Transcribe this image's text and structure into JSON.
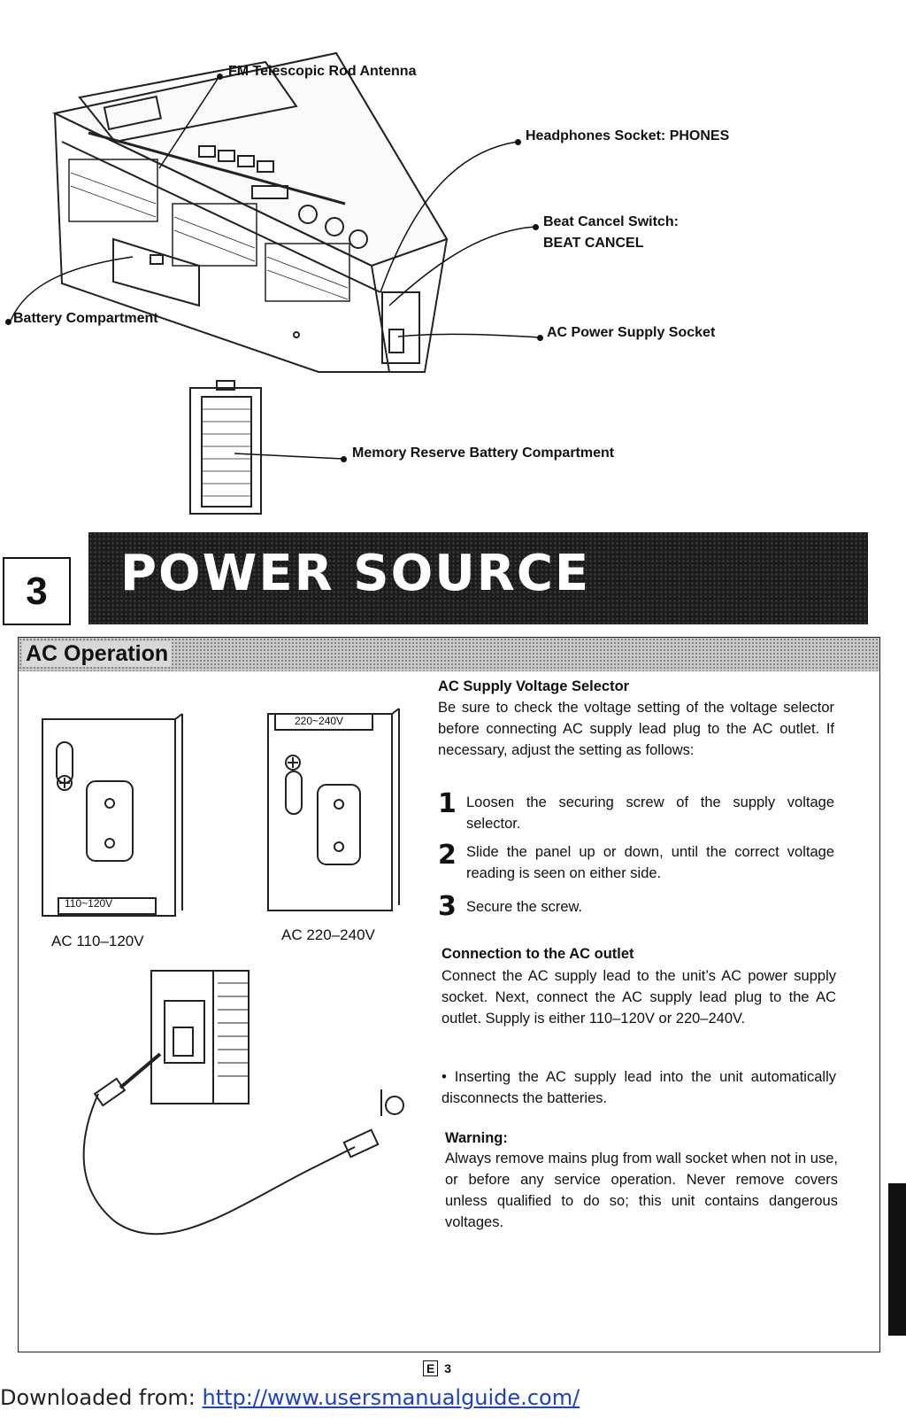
{
  "callouts": {
    "fm_antenna": "FM Telescopic Rod Antenna",
    "headphones": "Headphones Socket: PHONES",
    "beat_cancel_1": "Beat Cancel Switch:",
    "beat_cancel_2": "BEAT CANCEL",
    "battery": "Battery Compartment",
    "ac_socket": "AC Power Supply Socket",
    "memory_battery": "Memory Reserve Battery Compartment"
  },
  "section": {
    "number": "3",
    "title": "POWER SOURCE"
  },
  "ac_operation": {
    "title": "AC Operation",
    "fig_label_left": "110~120V",
    "fig_label_right": "220~240V",
    "cap_left": "AC 110–120V",
    "cap_right": "AC 220–240V",
    "selector": {
      "heading": "AC Supply Voltage Selector",
      "body": "Be sure to check the voltage setting of the voltage selector before connecting AC supply lead plug to the AC outlet.  If necessary, adjust the setting as follows:",
      "steps": [
        {
          "num": "1",
          "text": "Loosen the securing screw of the supply voltage selector."
        },
        {
          "num": "2",
          "text": "Slide the panel up or down, until the correct voltage reading is seen on either side."
        },
        {
          "num": "3",
          "text": "Secure the screw."
        }
      ]
    },
    "connection": {
      "heading": "Connection to the AC outlet",
      "body": "Connect the AC supply lead to the unit’s AC power supply socket.  Next, connect the AC supply lead plug to the AC outlet.  Supply is either 110–120V or 220–240V.",
      "bullet": "• Inserting the AC supply lead into the unit automatically disconnects the batteries."
    },
    "warning": {
      "heading": "Warning:",
      "body": "Always remove mains plug from wall socket when not in use, or before any service operation. Never remove covers unless qualified to do so; this unit contains dangerous voltages."
    }
  },
  "page_marker": {
    "letter": "E",
    "number": "3"
  },
  "footer": {
    "prefix": "Downloaded from: ",
    "link": "http://www.usersmanualguide.com/"
  }
}
